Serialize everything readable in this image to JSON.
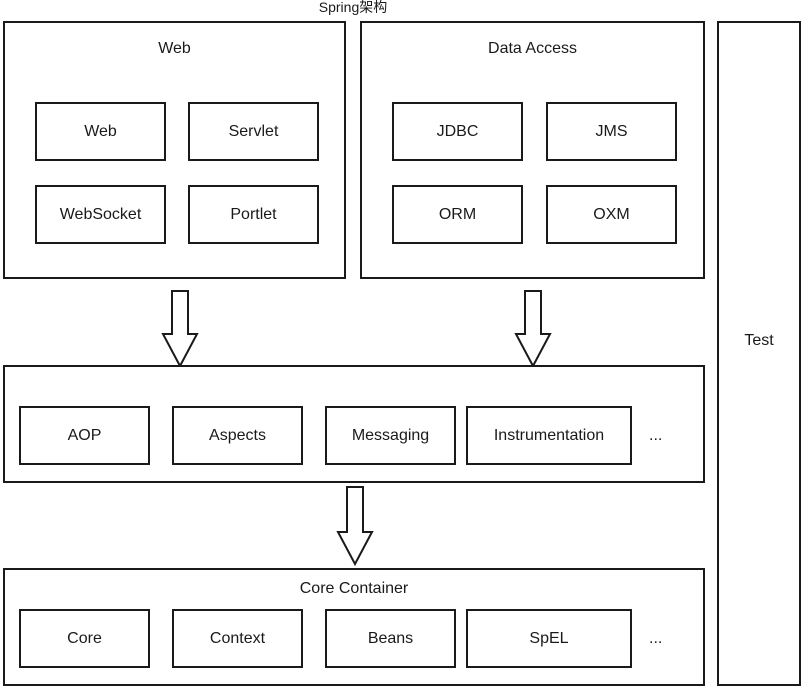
{
  "diagram": {
    "title": "Spring架构"
  },
  "web": {
    "title": "Web",
    "modules": [
      "Web",
      "Servlet",
      "WebSocket",
      "Portlet"
    ]
  },
  "data_access": {
    "title": "Data Access",
    "modules": [
      "JDBC",
      "JMS",
      "ORM",
      "OXM"
    ]
  },
  "middle": {
    "modules": [
      "AOP",
      "Aspects",
      "Messaging",
      "Instrumentation"
    ],
    "more": "..."
  },
  "core": {
    "title": "Core Container",
    "modules": [
      "Core",
      "Context",
      "Beans",
      "SpEL"
    ],
    "more": "..."
  },
  "test": {
    "title": "Test"
  }
}
